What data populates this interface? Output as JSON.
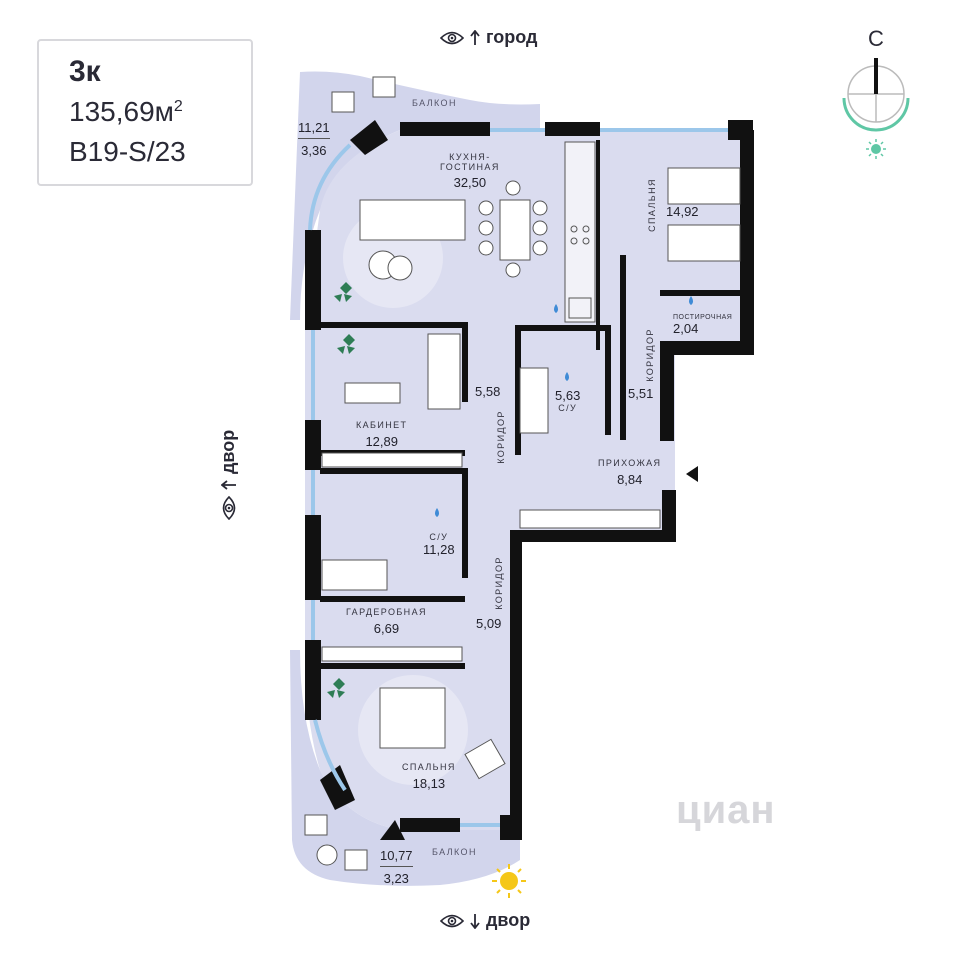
{
  "info": {
    "rooms": "3к",
    "area_value": "135,69м",
    "area_unit_sup": "2",
    "code": "B19-S/23"
  },
  "views": {
    "top": "город",
    "bottom": "двор",
    "left": "двор"
  },
  "compass": {
    "north_label": "С"
  },
  "rooms": {
    "balcony_top": {
      "name": "БАЛКОН",
      "area1": "11,21",
      "area2": "3,36"
    },
    "kitchen": {
      "name_line1": "КУХНЯ-",
      "name_line2": "ГОСТИНАЯ",
      "area": "32,50"
    },
    "bedroom1": {
      "name": "СПАЛЬНЯ",
      "area": "14,92"
    },
    "laundry": {
      "name": "ПОСТИРОЧНАЯ",
      "area": "2,04"
    },
    "study": {
      "name": "КАБИНЕТ",
      "area": "12,89"
    },
    "corridor1": {
      "name": "КОРИДОР",
      "area": "5,58"
    },
    "bath1": {
      "name": "С/У",
      "area": "5,63"
    },
    "corridor2": {
      "name": "КОРИДОР",
      "area": "5,51"
    },
    "hall": {
      "name": "ПРИХОЖАЯ",
      "area": "8,84"
    },
    "bath2": {
      "name": "С/У",
      "area": "11,28"
    },
    "wardrobe": {
      "name": "ГАРДЕРОБНАЯ",
      "area": "6,69"
    },
    "corridor3": {
      "name": "КОРИДОР",
      "area": "5,09"
    },
    "bedroom2": {
      "name": "СПАЛЬНЯ",
      "area": "18,13"
    },
    "balcony_bottom": {
      "name": "БАЛКОН",
      "area1": "10,77",
      "area2": "3,23"
    }
  },
  "watermark": "циан",
  "colors": {
    "room_fill": "#dadcef",
    "balcony_fill": "#d2d5ec",
    "wall": "#111111",
    "window": "#9cc7ea",
    "accent_green": "#5fc7a5",
    "sun": "#f5c718",
    "water_drop": "#3f8bd6",
    "plant": "#2e7d55"
  }
}
